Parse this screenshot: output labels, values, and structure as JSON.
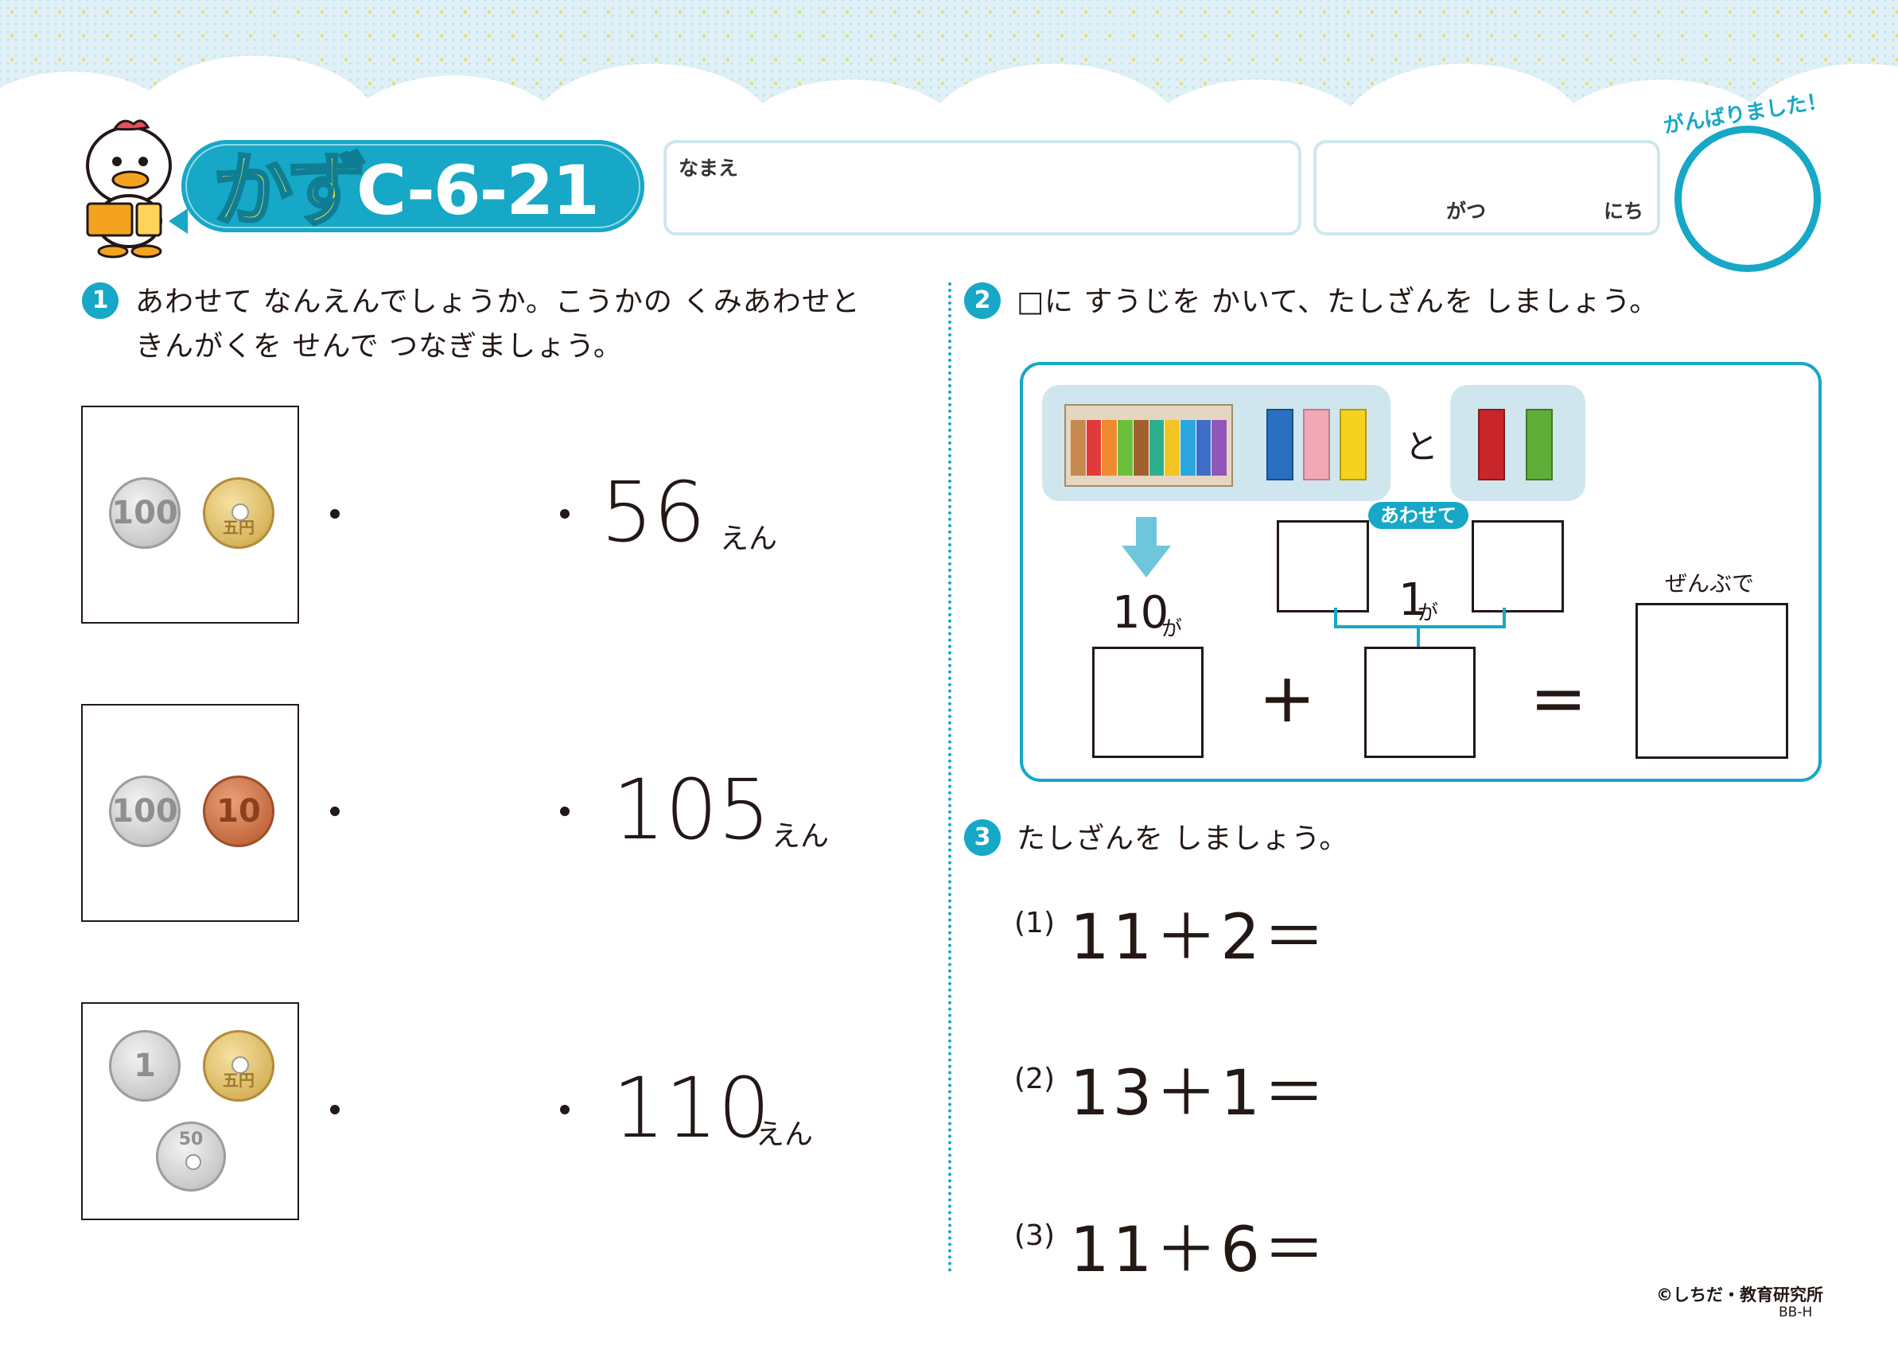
{
  "header": {
    "title_kana": "かず",
    "title_code": "C-6-21",
    "name_label": "なまえ",
    "month_label": "がつ",
    "day_label": "にち",
    "stamp_label": "がんばりました！"
  },
  "q1": {
    "number": "1",
    "text_line1": "あわせて なんえんでしょうか。こうかの くみあわせと",
    "text_line2": "きんがくを せんで つなぎましょう。",
    "cards": [
      {
        "coins": [
          {
            "type": "silver",
            "label": "100"
          },
          {
            "type": "gold",
            "label": "五円"
          }
        ]
      },
      {
        "coins": [
          {
            "type": "silver",
            "label": "100"
          },
          {
            "type": "bronze",
            "label": "10"
          }
        ]
      },
      {
        "coins": [
          {
            "type": "silver",
            "label": "1"
          },
          {
            "type": "gold",
            "label": "五円"
          },
          {
            "type": "silver",
            "label": "50"
          }
        ]
      }
    ],
    "amounts": [
      {
        "value": "56",
        "unit": "えん"
      },
      {
        "value": "105",
        "unit": "えん"
      },
      {
        "value": "110",
        "unit": "えん"
      }
    ]
  },
  "q2": {
    "number": "2",
    "text": "□に すうじを かいて、たしざんを しましょう。",
    "to": "と",
    "awasete": "あわせて",
    "tens_value": "10",
    "tens_suffix": "が",
    "ones_value": "1",
    "ones_suffix": "が",
    "plus": "+",
    "equals": "=",
    "zenbude": "ぜんぶで",
    "colors": {
      "accent": "#16a8c6",
      "books": [
        "#c8894f",
        "#e03a3a",
        "#f08a2e",
        "#f2c522",
        "#6cbf3d",
        "#2fae8f",
        "#2aa7df",
        "#3e6fc7",
        "#8f58b8",
        "#e2e2e2"
      ]
    }
  },
  "q3": {
    "number": "3",
    "text": "たしざんを しましょう。",
    "items": [
      {
        "index": "(1)",
        "expr": "11＋2＝"
      },
      {
        "index": "(2)",
        "expr": "13＋1＝"
      },
      {
        "index": "(3)",
        "expr": "11＋6＝"
      }
    ]
  },
  "footer": {
    "copyright": "©しちだ・教育研究所",
    "code": "BB-H"
  }
}
